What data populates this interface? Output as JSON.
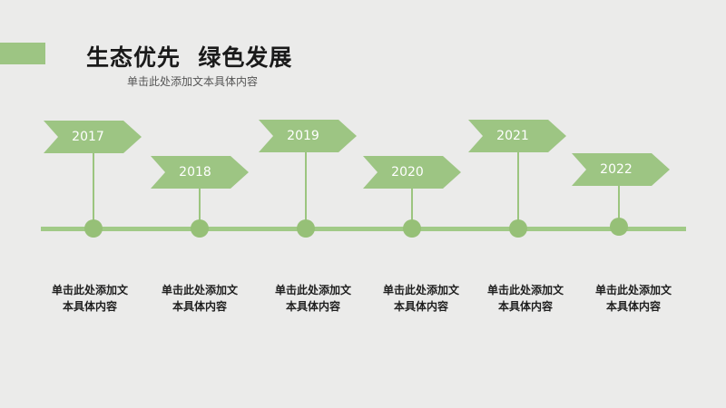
{
  "header": {
    "title": "生态优先  绿色发展",
    "subtitle": "单击此处添加文本具体内容"
  },
  "colors": {
    "background": "#ebebea",
    "accent_green": "#9dc583",
    "dot_green": "#96c077",
    "title_text": "#1a1a1a"
  },
  "timeline": [
    {
      "year": "2017",
      "line1": "单击此处添加文",
      "line2": "本具体内容"
    },
    {
      "year": "2018",
      "line1": "单击此处添加文",
      "line2": "本具体内容"
    },
    {
      "year": "2019",
      "line1": "单击此处添加文",
      "line2": "本具体内容"
    },
    {
      "year": "2020",
      "line1": "单击此处添加文",
      "line2": "本具体内容"
    },
    {
      "year": "2021",
      "line1": "单击此处添加文",
      "line2": "本具体内容"
    },
    {
      "year": "2022",
      "line1": "单击此处添加文",
      "line2": "本具体内容"
    }
  ]
}
